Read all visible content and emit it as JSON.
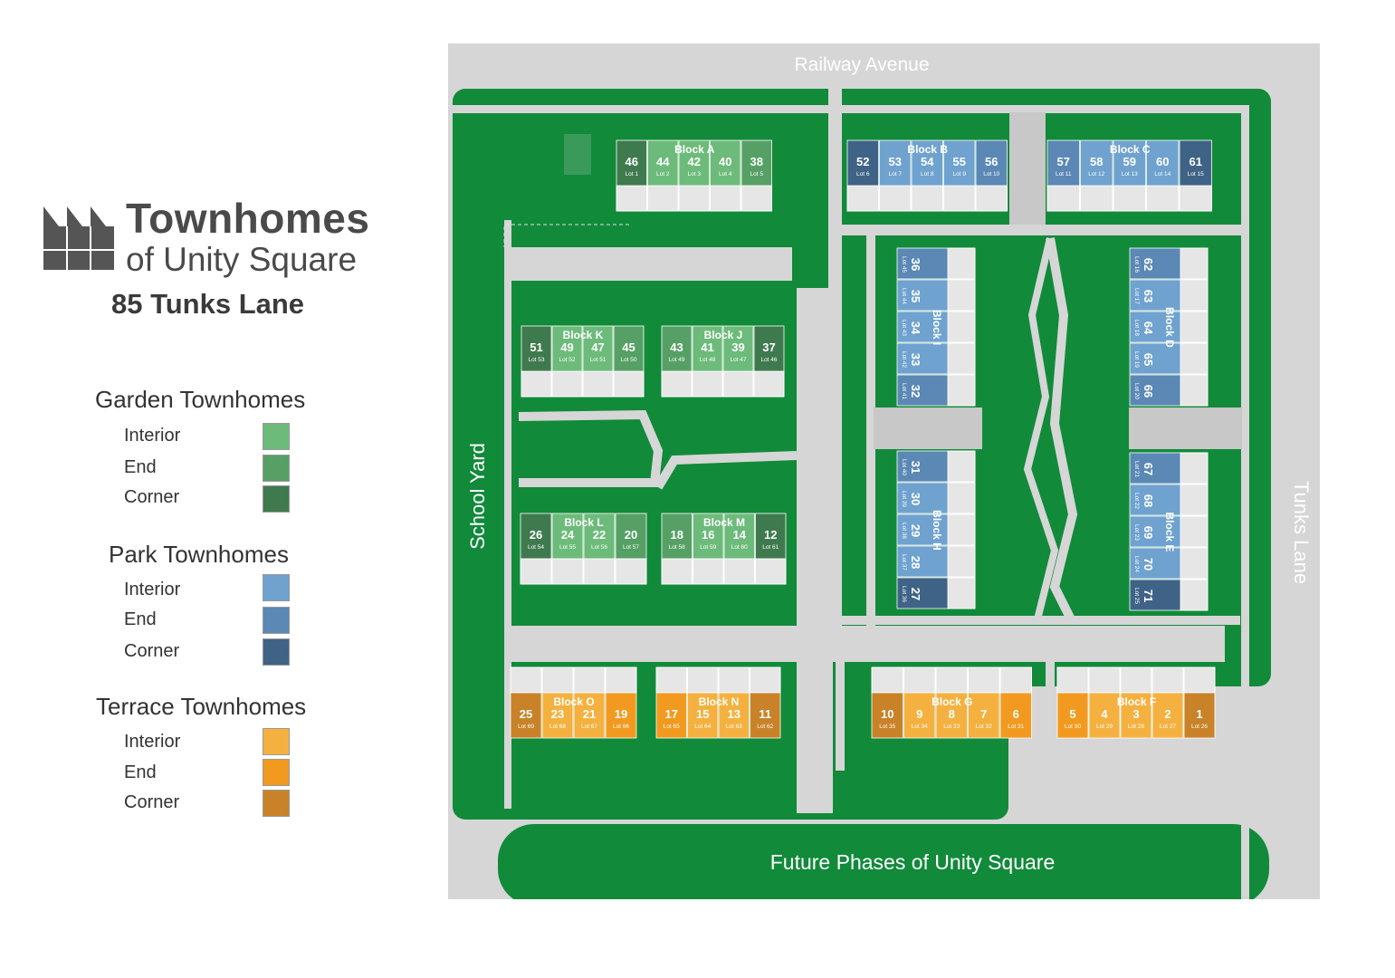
{
  "logo": {
    "title": "Townhomes",
    "subtitle": "of Unity Square"
  },
  "address": "85 Tunks Lane",
  "legend": [
    {
      "title": "Garden Townhomes",
      "items": [
        {
          "label": "Interior",
          "color": "#6dbb7a"
        },
        {
          "label": "End",
          "color": "#56a065"
        },
        {
          "label": "Corner",
          "color": "#3f7a4e"
        }
      ]
    },
    {
      "title": "Park Townhomes",
      "items": [
        {
          "label": "Interior",
          "color": "#6fa2cf"
        },
        {
          "label": "End",
          "color": "#5b88b5"
        },
        {
          "label": "Corner",
          "color": "#3f6387"
        }
      ]
    },
    {
      "title": "Terrace Townhomes",
      "items": [
        {
          "label": "Interior",
          "color": "#f5b13f"
        },
        {
          "label": "End",
          "color": "#f29a1f"
        },
        {
          "label": "Corner",
          "color": "#c98228"
        }
      ]
    }
  ],
  "map": {
    "streets": {
      "north": "Railway Avenue",
      "east": "Tunks Lane",
      "west": "School Yard",
      "south": "Future Phases of Unity Square"
    },
    "blocks": [
      {
        "name": "Block A",
        "type": "garden",
        "orientation": "h",
        "units": [
          {
            "num": "46",
            "lot": "Lot 1",
            "kind": "corner"
          },
          {
            "num": "44",
            "lot": "Lot 2",
            "kind": "interior"
          },
          {
            "num": "42",
            "lot": "Lot 3",
            "kind": "interior"
          },
          {
            "num": "40",
            "lot": "Lot 4",
            "kind": "interior"
          },
          {
            "num": "38",
            "lot": "Lot 5",
            "kind": "end"
          }
        ]
      },
      {
        "name": "Block B",
        "type": "park",
        "orientation": "h",
        "units": [
          {
            "num": "52",
            "lot": "Lot 6",
            "kind": "corner"
          },
          {
            "num": "53",
            "lot": "Lot 7",
            "kind": "interior"
          },
          {
            "num": "54",
            "lot": "Lot 8",
            "kind": "interior"
          },
          {
            "num": "55",
            "lot": "Lot 9",
            "kind": "interior"
          },
          {
            "num": "56",
            "lot": "Lot 10",
            "kind": "end"
          }
        ]
      },
      {
        "name": "Block C",
        "type": "park",
        "orientation": "h",
        "units": [
          {
            "num": "57",
            "lot": "Lot 11",
            "kind": "end"
          },
          {
            "num": "58",
            "lot": "Lot 12",
            "kind": "interior"
          },
          {
            "num": "59",
            "lot": "Lot 13",
            "kind": "interior"
          },
          {
            "num": "60",
            "lot": "Lot 14",
            "kind": "interior"
          },
          {
            "num": "61",
            "lot": "Lot 15",
            "kind": "corner"
          }
        ]
      },
      {
        "name": "Block K",
        "type": "garden",
        "orientation": "h",
        "units": [
          {
            "num": "51",
            "lot": "Lot 53",
            "kind": "corner"
          },
          {
            "num": "49",
            "lot": "Lot 52",
            "kind": "interior"
          },
          {
            "num": "47",
            "lot": "Lot 51",
            "kind": "interior"
          },
          {
            "num": "45",
            "lot": "Lot 50",
            "kind": "end"
          }
        ]
      },
      {
        "name": "Block J",
        "type": "garden",
        "orientation": "h",
        "units": [
          {
            "num": "43",
            "lot": "Lot 49",
            "kind": "end"
          },
          {
            "num": "41",
            "lot": "Lot 48",
            "kind": "interior"
          },
          {
            "num": "39",
            "lot": "Lot 47",
            "kind": "interior"
          },
          {
            "num": "37",
            "lot": "Lot 46",
            "kind": "corner"
          }
        ]
      },
      {
        "name": "Block L",
        "type": "garden",
        "orientation": "h",
        "units": [
          {
            "num": "26",
            "lot": "Lot 54",
            "kind": "corner"
          },
          {
            "num": "24",
            "lot": "Lot 55",
            "kind": "interior"
          },
          {
            "num": "22",
            "lot": "Lot 56",
            "kind": "interior"
          },
          {
            "num": "20",
            "lot": "Lot 57",
            "kind": "end"
          }
        ]
      },
      {
        "name": "Block M",
        "type": "garden",
        "orientation": "h",
        "units": [
          {
            "num": "18",
            "lot": "Lot 58",
            "kind": "end"
          },
          {
            "num": "16",
            "lot": "Lot 59",
            "kind": "interior"
          },
          {
            "num": "14",
            "lot": "Lot 60",
            "kind": "interior"
          },
          {
            "num": "12",
            "lot": "Lot 61",
            "kind": "corner"
          }
        ]
      },
      {
        "name": "Block I",
        "type": "park",
        "orientation": "v",
        "units": [
          {
            "num": "36",
            "lot": "Lot 45",
            "kind": "end"
          },
          {
            "num": "35",
            "lot": "Lot 44",
            "kind": "interior"
          },
          {
            "num": "34",
            "lot": "Lot 43",
            "kind": "interior"
          },
          {
            "num": "33",
            "lot": "Lot 42",
            "kind": "interior"
          },
          {
            "num": "32",
            "lot": "Lot 41",
            "kind": "end"
          }
        ]
      },
      {
        "name": "Block H",
        "type": "park",
        "orientation": "v",
        "units": [
          {
            "num": "31",
            "lot": "Lot 40",
            "kind": "end"
          },
          {
            "num": "30",
            "lot": "Lot 39",
            "kind": "interior"
          },
          {
            "num": "29",
            "lot": "Lot 38",
            "kind": "interior"
          },
          {
            "num": "28",
            "lot": "Lot 37",
            "kind": "interior"
          },
          {
            "num": "27",
            "lot": "Lot 36",
            "kind": "corner"
          }
        ]
      },
      {
        "name": "Block D",
        "type": "park",
        "orientation": "v",
        "units": [
          {
            "num": "62",
            "lot": "Lot 16",
            "kind": "end"
          },
          {
            "num": "63",
            "lot": "Lot 17",
            "kind": "interior"
          },
          {
            "num": "64",
            "lot": "Lot 18",
            "kind": "interior"
          },
          {
            "num": "65",
            "lot": "Lot 19",
            "kind": "interior"
          },
          {
            "num": "66",
            "lot": "Lot 20",
            "kind": "end"
          }
        ]
      },
      {
        "name": "Block E",
        "type": "park",
        "orientation": "v",
        "units": [
          {
            "num": "67",
            "lot": "Lot 21",
            "kind": "end"
          },
          {
            "num": "68",
            "lot": "Lot 22",
            "kind": "interior"
          },
          {
            "num": "69",
            "lot": "Lot 23",
            "kind": "interior"
          },
          {
            "num": "70",
            "lot": "Lot 24",
            "kind": "interior"
          },
          {
            "num": "71",
            "lot": "Lot 25",
            "kind": "corner"
          }
        ]
      },
      {
        "name": "Block O",
        "type": "terrace",
        "orientation": "h",
        "units": [
          {
            "num": "25",
            "lot": "Lot 69",
            "kind": "corner"
          },
          {
            "num": "23",
            "lot": "Lot 68",
            "kind": "interior"
          },
          {
            "num": "21",
            "lot": "Lot 67",
            "kind": "interior"
          },
          {
            "num": "19",
            "lot": "Lot 66",
            "kind": "end"
          }
        ]
      },
      {
        "name": "Block N",
        "type": "terrace",
        "orientation": "h",
        "units": [
          {
            "num": "17",
            "lot": "Lot 65",
            "kind": "end"
          },
          {
            "num": "15",
            "lot": "Lot 64",
            "kind": "interior"
          },
          {
            "num": "13",
            "lot": "Lot 63",
            "kind": "interior"
          },
          {
            "num": "11",
            "lot": "Lot 62",
            "kind": "corner"
          }
        ]
      },
      {
        "name": "Block G",
        "type": "terrace",
        "orientation": "h",
        "units": [
          {
            "num": "10",
            "lot": "Lot 35",
            "kind": "corner"
          },
          {
            "num": "9",
            "lot": "Lot 34",
            "kind": "interior"
          },
          {
            "num": "8",
            "lot": "Lot 33",
            "kind": "interior"
          },
          {
            "num": "7",
            "lot": "Lot 32",
            "kind": "interior"
          },
          {
            "num": "6",
            "lot": "Lot 31",
            "kind": "end"
          }
        ]
      },
      {
        "name": "Block F",
        "type": "terrace",
        "orientation": "h",
        "units": [
          {
            "num": "5",
            "lot": "Lot 30",
            "kind": "end"
          },
          {
            "num": "4",
            "lot": "Lot 29",
            "kind": "interior"
          },
          {
            "num": "3",
            "lot": "Lot 28",
            "kind": "interior"
          },
          {
            "num": "2",
            "lot": "Lot 27",
            "kind": "interior"
          },
          {
            "num": "1",
            "lot": "Lot 26",
            "kind": "corner"
          }
        ]
      }
    ]
  }
}
